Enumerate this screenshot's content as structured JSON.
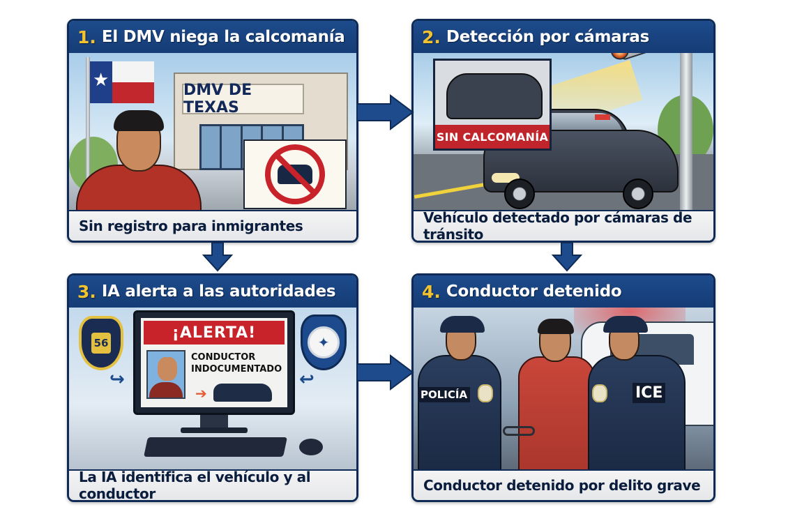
{
  "diagram": {
    "type": "flowchart",
    "layout": "2x2 grid of illustrated panels connected by arrows",
    "colors": {
      "panel_header": "#1d4b8c",
      "panel_border": "#0e2a55",
      "step_number": "#f2c230",
      "caption_bg": "#eeeff1",
      "caption_text": "#0b1d3d",
      "arrow": "#1d4b8c",
      "alert_red": "#c8222a"
    },
    "panels": [
      {
        "number": "1.",
        "title": "El DMV niega la calcomanía",
        "caption": "Sin registro para inmigrantes",
        "scene": {
          "building_sign": "DMV DE TEXAS",
          "elements": [
            "texas-flag",
            "man-portrait",
            "dmv-building",
            "no-car-sign"
          ]
        }
      },
      {
        "number": "2.",
        "title": "Detección por cámaras",
        "caption": "Vehículo detectado por cámaras de tránsito",
        "scene": {
          "inset_label": "SIN CALCOMANÍA",
          "elements": [
            "traffic-camera",
            "camera-beam",
            "car-inset-photo",
            "dark-sedan"
          ]
        }
      },
      {
        "number": "3.",
        "title": "IA alerta a las autoridades",
        "caption": "La IA identifica el vehículo y al conductor",
        "scene": {
          "alert_title": "¡ALERTA!",
          "alert_line1": "CONDUCTOR",
          "alert_line2": "INDOCUMENTADO",
          "police_badge_number": "56",
          "elements": [
            "police-badge",
            "dhs-badge",
            "computer-monitor",
            "keyboard",
            "mouse"
          ]
        }
      },
      {
        "number": "4.",
        "title": "Conductor detenido",
        "caption": "Conductor detenido por delito grave",
        "scene": {
          "officer_left_label": "POLICÍA",
          "officer_right_label": "ICE",
          "elements": [
            "police-officer",
            "handcuffed-man",
            "ice-officer",
            "patrol-car"
          ]
        }
      }
    ],
    "connections": [
      {
        "from": 1,
        "to": 2,
        "direction": "right"
      },
      {
        "from": 1,
        "to": 3,
        "direction": "down"
      },
      {
        "from": 2,
        "to": 4,
        "direction": "down"
      },
      {
        "from": 3,
        "to": 4,
        "direction": "right"
      }
    ]
  }
}
